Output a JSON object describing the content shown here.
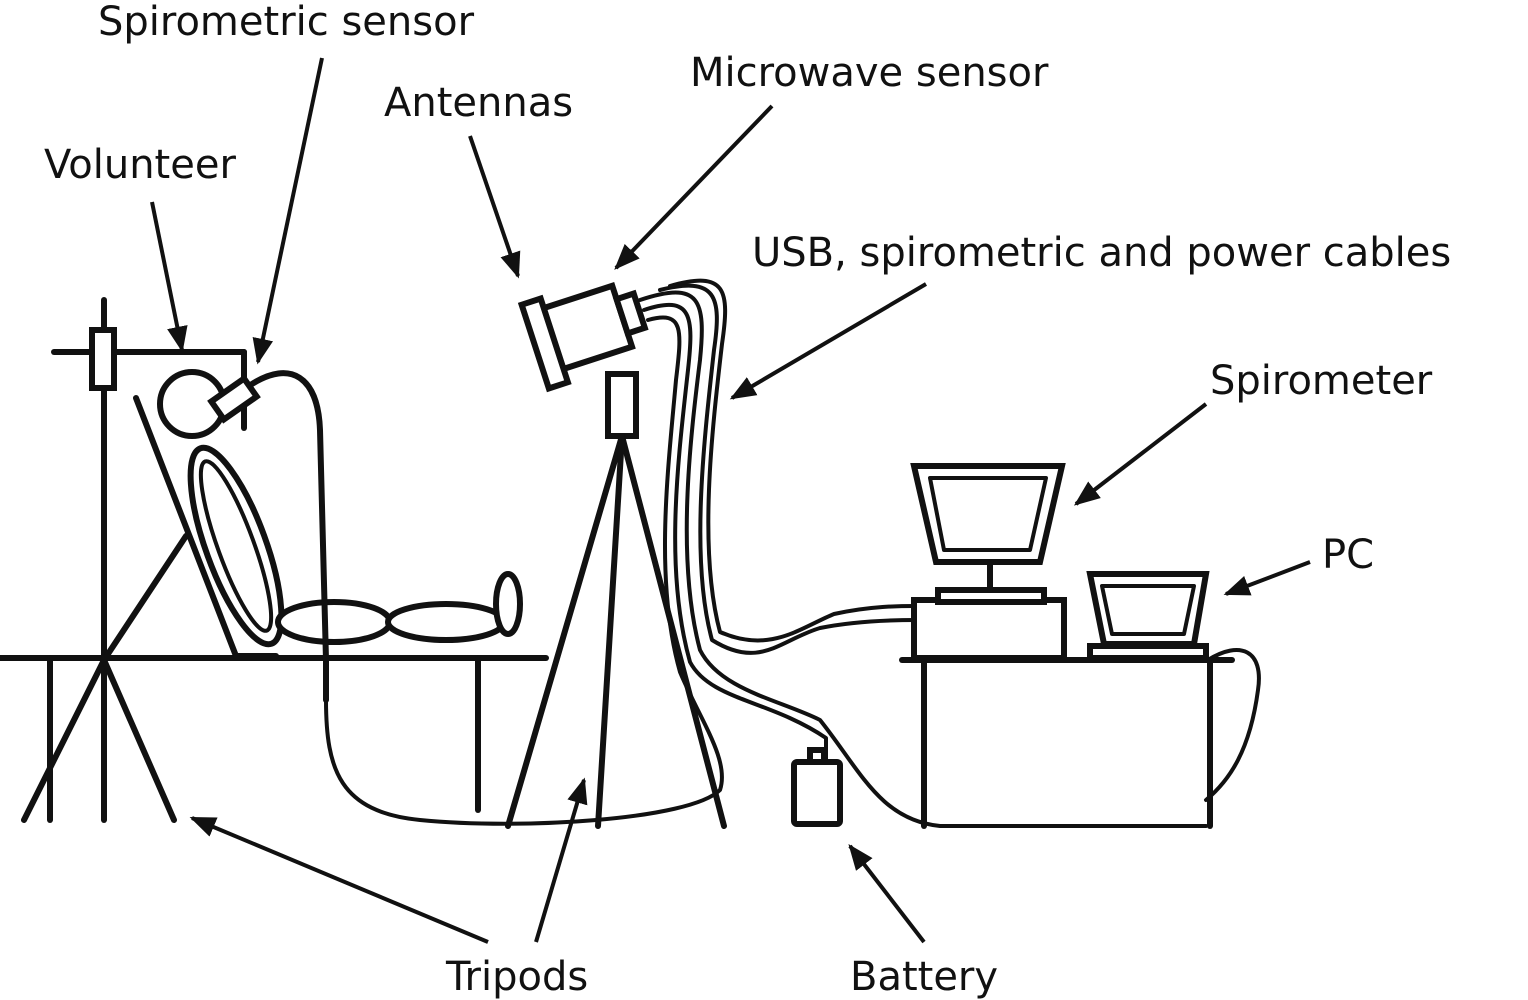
{
  "labels": {
    "spirometric_sensor": "Spirometric sensor",
    "volunteer": "Volunteer",
    "antennas": "Antennas",
    "microwave_sensor": "Microwave sensor",
    "cables": "USB, spirometric and power cables",
    "spirometer": "Spirometer",
    "pc": "PC",
    "tripods": "Tripods",
    "battery": "Battery"
  },
  "colors": {
    "ink": "#111111",
    "background": "#ffffff"
  }
}
